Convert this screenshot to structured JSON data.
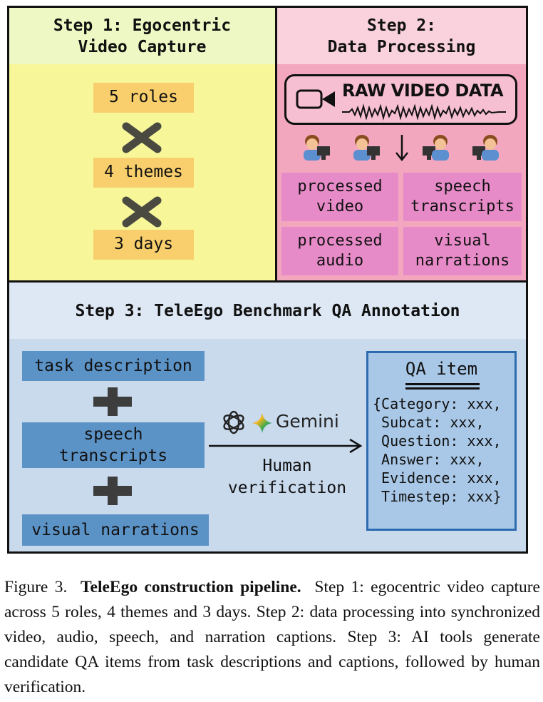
{
  "step1": {
    "title_line1": "Step 1: Egocentric",
    "title_line2": "Video Capture",
    "items": [
      "5 roles",
      "4 themes",
      "3 days"
    ]
  },
  "step2": {
    "title_line1": "Step 2:",
    "title_line2": "Data Processing",
    "raw_label": "RAW VIDEO DATA",
    "outputs": [
      "processed\nvideo",
      "speech\ntranscripts",
      "processed\naudio",
      "visual\nnarrations"
    ]
  },
  "step3": {
    "title": "Step 3: TeleEgo Benchmark QA Annotation",
    "inputs": [
      "task description",
      "speech\ntranscripts",
      "visual narrations"
    ],
    "model_label": "Gemini",
    "verification_line1": "Human",
    "verification_line2": "verification",
    "qa_title": "QA item",
    "qa_lines": [
      "{Category: xxx,",
      " Subcat: xxx,",
      " Question: xxx,",
      " Answer: xxx,",
      " Evidence: xxx,",
      " Timestep: xxx}"
    ]
  },
  "caption": {
    "label": "Figure 3.",
    "bold": "TeleEgo construction pipeline.",
    "text": "Step 1: egocentric video capture across 5 roles, 4 themes and 3 days. Step 2: data processing into synchronized video, audio, speech, and narration captions. Step 3: AI tools generate candidate QA items from task descriptions and captions, followed by human verification."
  },
  "colors": {
    "step1_bg": "#f7f79a",
    "step1_header": "#eef8c4",
    "step1_box": "#f8cf6c",
    "step2_bg": "#f3a7bf",
    "step2_header": "#f9d2de",
    "step2_box": "#e78bc8",
    "step3_bg": "#c9daed",
    "step3_header": "#dde8f4",
    "step3_box": "#5c93c7",
    "qa_border": "#2d6bb0"
  },
  "icons": [
    "cross-icon",
    "camera-icon",
    "waveform-icon",
    "person-at-computer-icon",
    "down-arrow-icon",
    "plus-icon",
    "openai-logo-icon",
    "gemini-star-icon",
    "right-arrow-icon"
  ]
}
